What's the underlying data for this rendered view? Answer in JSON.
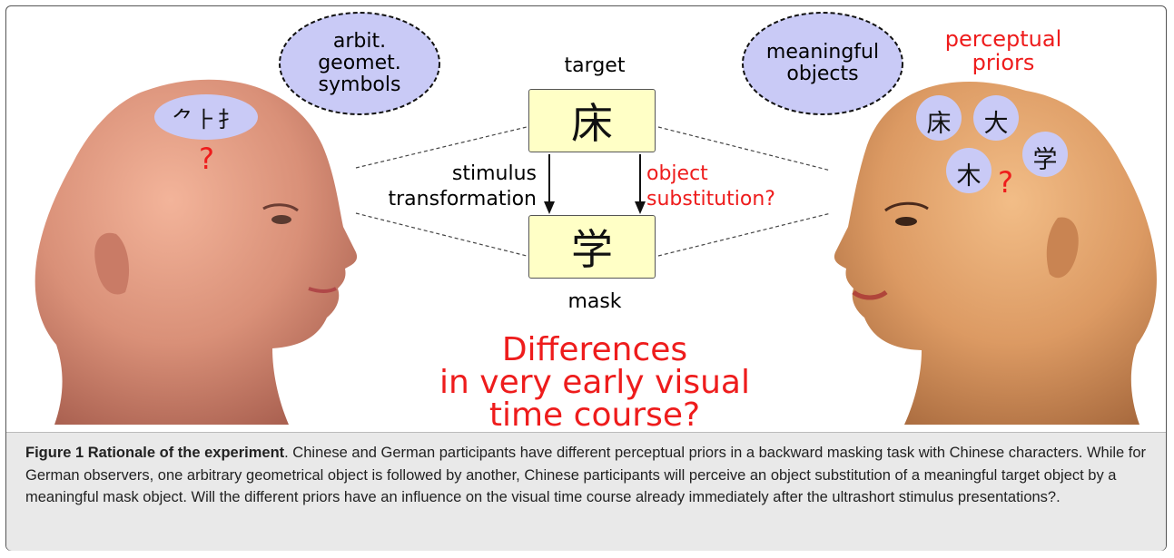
{
  "figure": {
    "left_bubble_lines": [
      "arbit.",
      "geomet.",
      "symbols"
    ],
    "right_bubble_lines": [
      "meaningful",
      "objects"
    ],
    "perceptual_priors_lines": [
      "perceptual",
      "priors"
    ],
    "target_label": "target",
    "target_char": "床",
    "mask_label": "mask",
    "mask_char": "学",
    "left_arrow_lines": [
      "stimulus",
      "transformation"
    ],
    "right_arrow_lines": [
      "object",
      "substitution?"
    ],
    "question_lines": [
      "Differences",
      "in very early visual",
      "time course?"
    ],
    "left_question_mark": "?",
    "right_question_mark": "?",
    "right_head_chars": [
      "床",
      "大",
      "木",
      "学"
    ],
    "left_head_symbols": "⺈⺊⺘"
  },
  "caption": {
    "label": "Figure 1 Rationale of the experiment",
    "text": ". Chinese and German participants have different perceptual priors in a backward masking task with Chinese characters. While for German observers, one arbitrary geometrical object is followed by another, Chinese participants will perceive an object substitution of a meaningful target object by a meaningful mask object. Will the different priors have an influence on the visual time course already immediately after the ultrashort stimulus presentations?."
  },
  "colors": {
    "accent_red": "#ee1c1c",
    "bubble_fill": "#c9caf6",
    "char_box_fill": "#ffffc6",
    "caption_bg": "#e9e9e9"
  }
}
